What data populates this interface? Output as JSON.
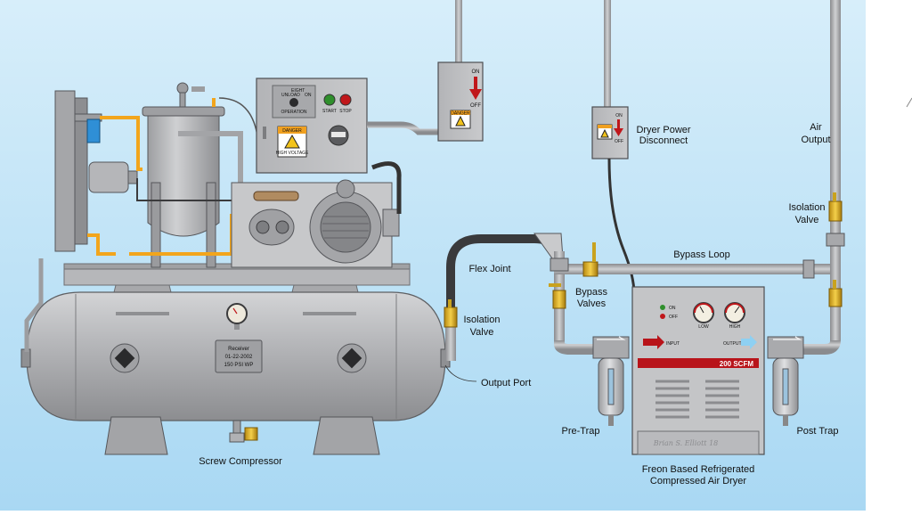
{
  "labels": {
    "air_output_1": "Air",
    "air_output_2": "Output",
    "dryer_power_1": "Dryer Power",
    "dryer_power_2": "Disconnect",
    "isolation_right_1": "Isolation",
    "isolation_right_2": "Valve",
    "bypass_loop": "Bypass Loop",
    "flex_joint": "Flex Joint",
    "bypass_valves_1": "Bypass",
    "bypass_valves_2": "Valves",
    "isolation_left_1": "Isolation",
    "isolation_left_2": "Valve",
    "output_port": "Output Port",
    "pre_trap": "Pre-Trap",
    "post_trap": "Post Trap",
    "screw_compressor": "Screw Compressor",
    "dryer_caption_1": "Freon Based Refrigerated",
    "dryer_caption_2": "Compressed Air Dryer"
  },
  "receiver_plate": {
    "line1": "Receiver",
    "line2": "01-22-2002",
    "line3": "150 PSI WP"
  },
  "control_panel": {
    "unload_label": "UNLOAD",
    "eight_label": "EIGHT",
    "on_label": "ON",
    "operation_label": "OPERATION",
    "start_label": "START",
    "stop_label": "STOP",
    "danger_label": "DANGER",
    "high_voltage_label": "HIGH VOLTAGE"
  },
  "disconnects": {
    "on_label": "ON",
    "off_label": "OFF",
    "danger_label": "DANGER"
  },
  "dryer": {
    "on_label": "ON",
    "off_label": "OFF",
    "low_label": "LOW",
    "high_label": "HIGH",
    "input_label": "INPUT",
    "output_label": "OUTPUT",
    "capacity": "200 SCFM",
    "signature": "Brian S. Elliott 18"
  },
  "colors": {
    "background": "#bfe2f5",
    "pipe": "#a9aaad",
    "metal": "#b4b5b8",
    "hose_yellow": "#f2a51c",
    "danger_orange": "#f0a020",
    "arrow_red": "#c0171b",
    "dryer_red": "#b8141a",
    "output_blue": "#8ed0f2"
  }
}
